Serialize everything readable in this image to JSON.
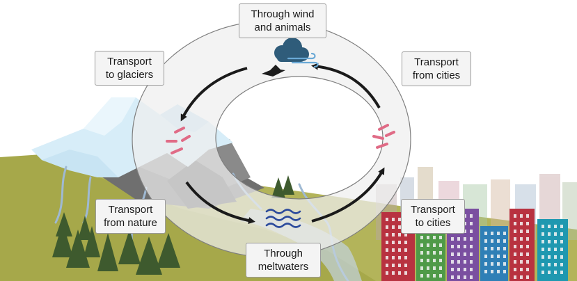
{
  "labels": {
    "wind_animals": {
      "line1": "Through wind",
      "line2": "and animals"
    },
    "to_glaciers": {
      "line1": "Transport",
      "line2": "to glaciers"
    },
    "from_cities": {
      "line1": "Transport",
      "line2": "from cities"
    },
    "from_nature": {
      "line1": "Transport",
      "line2": "from nature"
    },
    "to_cities": {
      "line1": "Transport",
      "line2": "to cities"
    },
    "meltwaters": {
      "line1": "Through",
      "line2": "meltwaters"
    }
  },
  "colors": {
    "ground": "#a6a84a",
    "ground_dark": "#8f933b",
    "glacier": "#d7edf8",
    "rock": "#6f6f6f",
    "water": "#2b4a9c",
    "river": "#a8c2d8",
    "ring": "#ececec",
    "arrow": "#1a1a1a",
    "bacteria": "#e06b86",
    "cloud": "#2f5c7a",
    "tree": "#3e5a2e",
    "building_red": "#b83240",
    "building_green": "#4f9a48",
    "building_purple": "#7a4fa0",
    "building_blue": "#2f7fb6",
    "building_teal": "#1f98b0"
  },
  "icons": [
    "cloud-wind-icon",
    "bird-icon",
    "water-waves-icon",
    "bacteria-icon",
    "tree-icon",
    "building-icon"
  ]
}
